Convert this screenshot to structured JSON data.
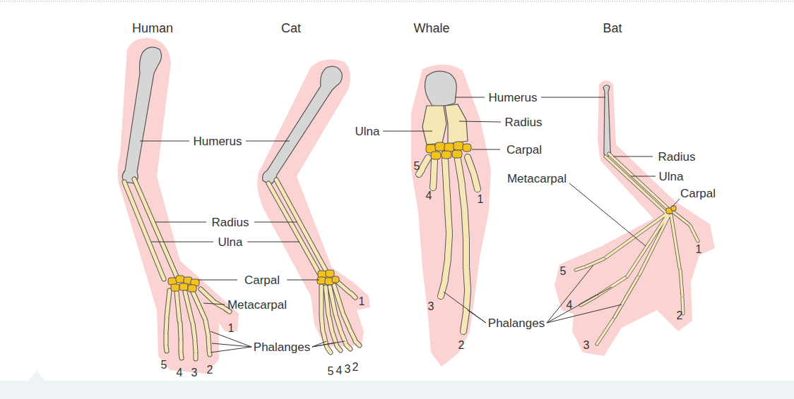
{
  "diagram": {
    "labels": [
      "Human",
      "Cat",
      "Whale",
      "Bat",
      "Humerus",
      "Radius",
      "Ulna",
      "Carpal",
      "Metacarpal",
      "Phalanges",
      "1",
      "5",
      "4",
      "3",
      "2",
      "1",
      "5",
      "4",
      "3",
      "2",
      "Humerus",
      "Ulna",
      "Radius",
      "Carpal",
      "5",
      "4",
      "1",
      "3",
      "2",
      "Phalanges",
      "Radius",
      "Ulna",
      "Carpal",
      "Metacarpal",
      "1",
      "5",
      "4",
      "2",
      "3"
    ]
  }
}
